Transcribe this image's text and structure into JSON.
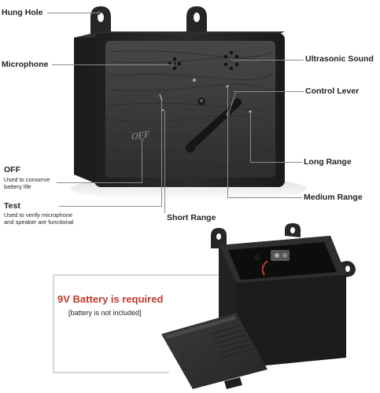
{
  "labels": {
    "hung_hole": "Hung Hole",
    "microphone": "Microphone",
    "ultrasonic_sound": "Ultrasonic Sound",
    "control_lever": "Control Lever",
    "off": "OFF",
    "off_desc": "Used to conserve battery life",
    "long_range": "Long Range",
    "test": "Test",
    "test_desc": "Used to verify microphone and speaker are functional",
    "medium_range": "Medium Range",
    "short_range": "Short Range"
  },
  "device": {
    "off_marking": "OFF"
  },
  "battery": {
    "title": "9V Battery is required",
    "note": "[battery is not included]"
  },
  "colors": {
    "battery_title": "#c0392b",
    "device_body": "#2b2b2b",
    "device_face": "#3a3a3a"
  }
}
